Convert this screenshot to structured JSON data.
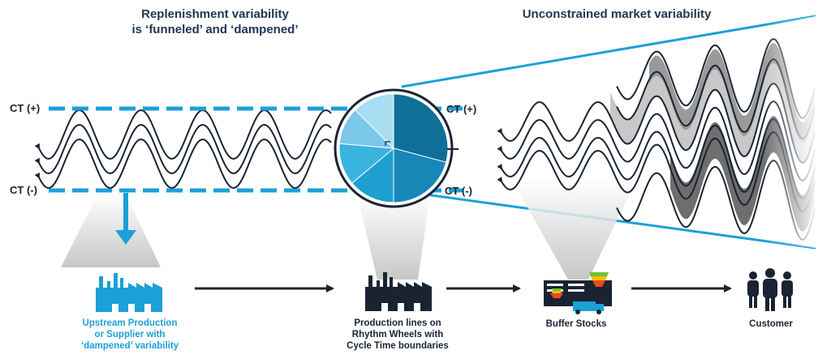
{
  "titles": {
    "left_line1": "Replenishment variability",
    "left_line2": "is ‘funneled’ and ‘dampened’",
    "right": "Unconstrained market variability"
  },
  "ct_labels": {
    "plus": "CT (+)",
    "minus": "CT (-)"
  },
  "nodes": [
    {
      "lines": [
        "Upstream Production",
        "or Supplier with",
        "‘dampened’ variability"
      ],
      "color": "#1ba0d8",
      "icon": "factory-icon"
    },
    {
      "lines": [
        "Production lines on",
        "Rhythm Wheels with",
        "Cycle Time boundaries"
      ],
      "color": "#1a2332",
      "icon": "factory-icon"
    },
    {
      "lines": [
        "Buffer Stocks"
      ],
      "color": "#1a2332",
      "icon": "warehouse-icon"
    },
    {
      "lines": [
        "Customer"
      ],
      "color": "#1a2332",
      "icon": "people-icon"
    }
  ],
  "colors": {
    "accent": "#1ba0d8",
    "dark": "#1a2332",
    "title": "#1f3552",
    "wheel": "#0e7aa8"
  }
}
